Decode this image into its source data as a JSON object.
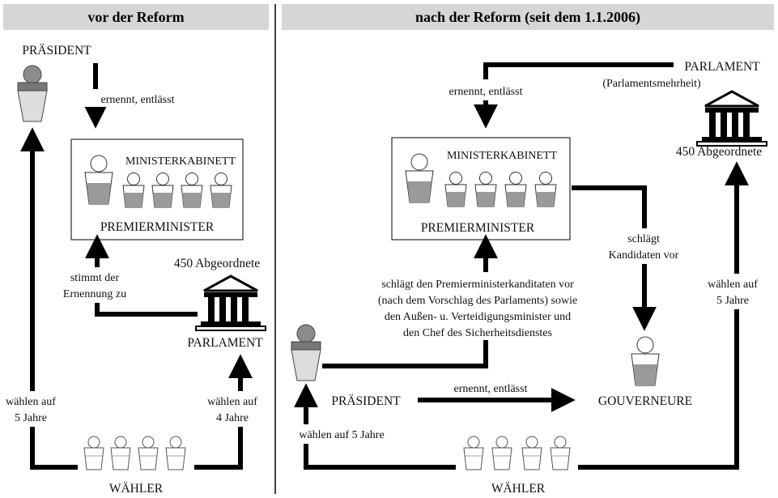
{
  "left": {
    "header": "vor der Reform",
    "praesident": "PRÄSIDENT",
    "ernennt": "ernennt, entlässt",
    "kabinett": "MINISTERKABINETT",
    "premier": "PREMIERMINISTER",
    "stimmt_1": "stimmt der",
    "stimmt_2": "Ernennung zu",
    "abgeordnete": "450 Abgeordnete",
    "parlament": "PARLAMENT",
    "waehlen5_1": "wählen auf",
    "waehlen5_2": "5 Jahre",
    "waehlen4_1": "wählen auf",
    "waehlen4_2": "4 Jahre",
    "waehler": "WÄHLER"
  },
  "right": {
    "header": "nach der Reform (seit dem 1.1.2006)",
    "parlament": "PARLAMENT",
    "mehrheit": "(Parlamentsmehrheit)",
    "ernennt": "ernennt, entlässt",
    "kabinett": "MINISTERKABINETT",
    "premier": "PREMIERMINISTER",
    "abgeordnete": "450 Abgeordnete",
    "schlaegt_1": "schlägt",
    "schlaegt_2": "Kandidaten vor",
    "vorschlag_1": "schlägt den Premierministerkanditaten vor",
    "vorschlag_2": "(nach dem Vorschlag des Parlaments) sowie",
    "vorschlag_3": "den Außen- u. Verteidigungsminister und",
    "vorschlag_4": "den Chef des Sicherheitsdienstes",
    "praesident": "PRÄSIDENT",
    "ernennt2": "ernennt, entlässt",
    "gouverneure": "GOUVERNEURE",
    "waehlen_pr": "wählen auf 5 Jahre",
    "waehlen5_1": "wählen auf",
    "waehlen5_2": "5 Jahre",
    "waehler": "WÄHLER"
  }
}
